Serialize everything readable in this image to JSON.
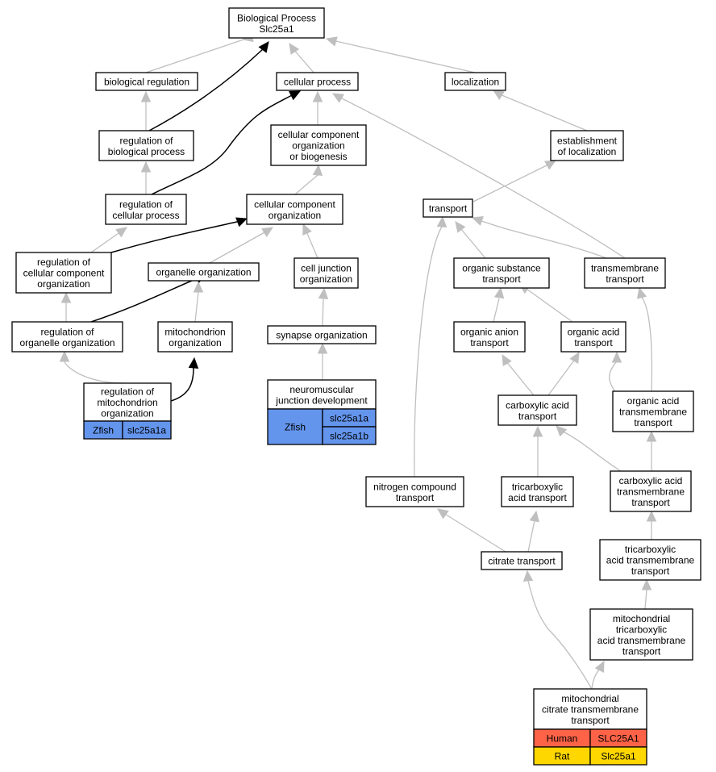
{
  "nodes": {
    "bp": [
      "Biological Process",
      "Slc25a1"
    ],
    "bio_reg": [
      "biological regulation"
    ],
    "cell_proc": [
      "cellular process"
    ],
    "localization": [
      "localization"
    ],
    "reg_bio_proc": [
      "regulation of",
      "biological process"
    ],
    "ccob": [
      "cellular component",
      "organization",
      "or biogenesis"
    ],
    "estab_loc": [
      "establishment",
      "of localization"
    ],
    "reg_cell_proc": [
      "regulation of",
      "cellular process"
    ],
    "cco": [
      "cellular component",
      "organization"
    ],
    "transport": [
      "transport"
    ],
    "reg_cco": [
      "regulation of",
      "cellular component",
      "organization"
    ],
    "org_org": [
      "organelle organization"
    ],
    "cell_junc": [
      "cell junction",
      "organization"
    ],
    "org_subst": [
      "organic substance",
      "transport"
    ],
    "transmem": [
      "transmembrane",
      "transport"
    ],
    "reg_org_org": [
      "regulation of",
      "organelle organization"
    ],
    "mito_org": [
      "mitochondrion",
      "organization"
    ],
    "syn_org": [
      "synapse organization"
    ],
    "org_anion": [
      "organic anion",
      "transport"
    ],
    "org_acid": [
      "organic acid",
      "transport"
    ],
    "reg_mito_org": [
      "regulation of",
      "mitochondrion",
      "organization"
    ],
    "nmj": [
      "neuromuscular",
      "junction development"
    ],
    "carbox": [
      "carboxylic acid",
      "transport"
    ],
    "org_acid_tm": [
      "organic acid",
      "transmembrane",
      "transport"
    ],
    "nitrogen": [
      "nitrogen compound",
      "transport"
    ],
    "tricarb": [
      "tricarboxylic",
      "acid transport"
    ],
    "carbox_tm": [
      "carboxylic acid",
      "transmembrane",
      "transport"
    ],
    "citrate": [
      "citrate transport"
    ],
    "tricarb_tm": [
      "tricarboxylic",
      "acid transmembrane",
      "transport"
    ],
    "mito_tricarb_tm": [
      "mitochondrial",
      "tricarboxylic",
      "acid transmembrane",
      "transport"
    ],
    "mito_citrate_tm": [
      "mitochondrial",
      "citrate transmembrane",
      "transport"
    ]
  },
  "annotations": {
    "reg_mito_org": [
      {
        "species": "Zfish",
        "genes": [
          "slc25a1a"
        ]
      }
    ],
    "nmj": [
      {
        "species": "Zfish",
        "genes": [
          "slc25a1a",
          "slc25a1b"
        ]
      }
    ],
    "mito_citrate_tm": [
      {
        "species": "Human",
        "genes": [
          "SLC25A1"
        ]
      },
      {
        "species": "Rat",
        "genes": [
          "Slc25a1"
        ]
      }
    ]
  },
  "colors": {
    "Zfish": "#6495ed",
    "Human": "#ff6347",
    "Rat": "#ffd700",
    "edge_is_a": "#bfbfbf",
    "edge_regulates": "#000000"
  }
}
